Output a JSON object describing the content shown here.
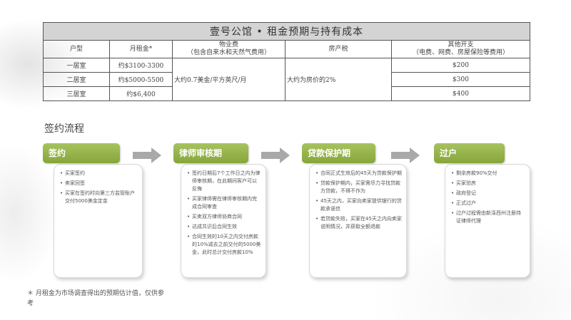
{
  "table": {
    "title": "壹号公馆 • 租金预期与持有成本",
    "headers": {
      "type": "户型",
      "rent": "月租金*",
      "property_fee_line1": "物业费",
      "property_fee_line2": "（包含自来水和天然气费用）",
      "property_tax": "房产税",
      "other_line1": "其他开支",
      "other_line2": "（电费、网费、房屋保险等费用）"
    },
    "rows": [
      {
        "type": "一居室",
        "rent": "约$3100-3300",
        "other": "$200"
      },
      {
        "type": "二居室",
        "rent": "约$5000-5500",
        "other": "$300"
      },
      {
        "type": "三居室",
        "rent": "约$6,400",
        "other": "$400"
      }
    ],
    "property_fee_value": "大约0.7美金/平方英尺/月",
    "property_tax_value": "大约为房价的2%"
  },
  "flow": {
    "title": "签约流程",
    "accent_color": "#94b247",
    "steps": [
      {
        "label": "签约",
        "items": [
          "买家签约",
          "卖家回签",
          "买家在签约时向第三方监管账户交付5000美金定金"
        ]
      },
      {
        "label": "律师审核期",
        "items": [
          "签约日期后7个工作日之内为律师审核期，在此期间客户可以反悔",
          "买家律师需在律师审核期内完成合同审查",
          "买卖双方律师协商合同",
          "达成共识后合同生效",
          "合同生效的10天之内交付房款的10%减去之前交付的5000美金，此时总计交付房款10%"
        ]
      },
      {
        "label": "贷款保护期",
        "items": [
          "合同正式生效后的45天为贷款保护期",
          "贷款保护期内，买家需尽力寻找贷款方贷款，不得不作为",
          "45天之内，买家向卖家提供银行的贷款承诺信",
          "若贷款失败，买家在45天之内向卖家说明情况，并获取全额退款"
        ]
      },
      {
        "label": "过户",
        "items": [
          "剩余房款90%交付",
          "买家验房",
          "政府登记",
          "正式过户",
          "过户过程需由新泽西州注册持证律师代理"
        ]
      }
    ]
  },
  "footnote": "＊ 月租金为市场调查得出的预期估计值，仅供参考"
}
